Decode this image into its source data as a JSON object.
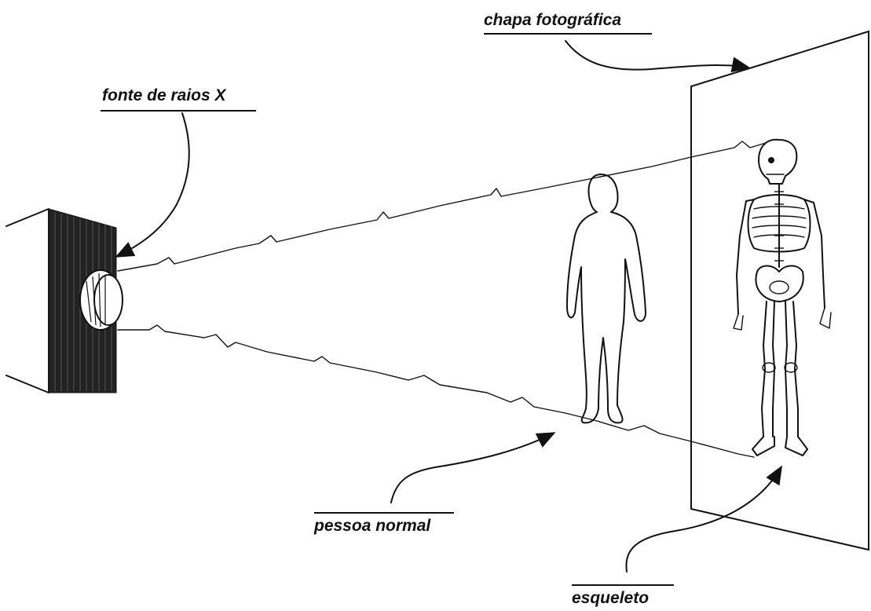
{
  "labels": {
    "plate": "chapa fotográfica",
    "source": "fonte de raios X",
    "person": "pessoa normal",
    "skeleton": "esqueleto"
  }
}
